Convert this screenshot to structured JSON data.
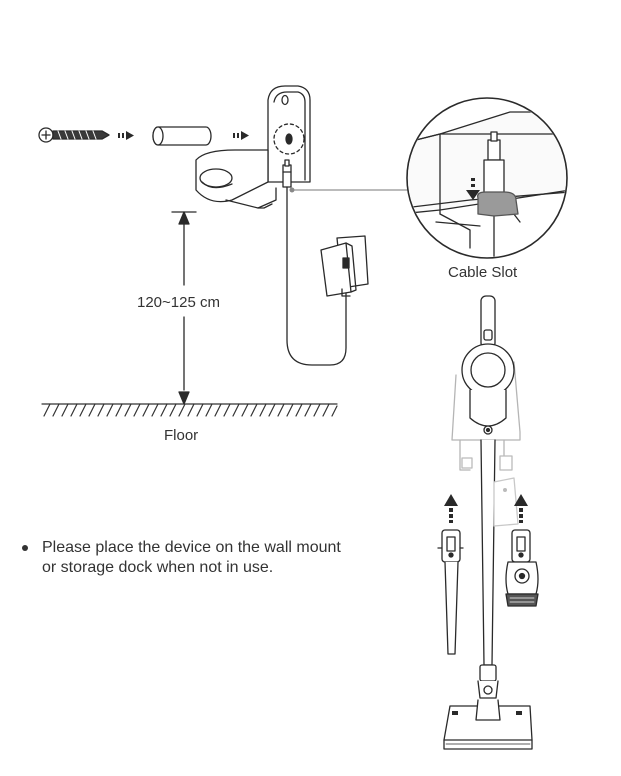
{
  "labels": {
    "height_range": "120~125 cm",
    "floor": "Floor",
    "cable_slot": "Cable Slot"
  },
  "instruction": {
    "line1": "Please place the device on the wall mount",
    "line2": "or storage dock when not in use."
  },
  "colors": {
    "line": "#2a2a2a",
    "device_fill": "#f2f2f2",
    "highlight_gray": "#9a9a9a",
    "floor_hatch": "#333333"
  }
}
